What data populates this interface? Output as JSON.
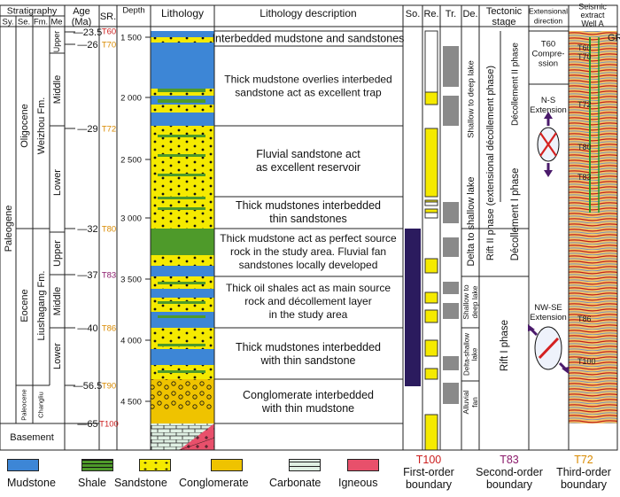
{
  "headers": {
    "stratigraphy": "Stratigraphy",
    "sy": "Sy.",
    "se": "Se.",
    "fm": "Fm.",
    "me": "Me",
    "age": "Age\n(Ma)",
    "sr": "SR.",
    "depth": "Depth",
    "lithology": "Lithology",
    "description": "Lithology description",
    "so": "So.",
    "re": "Re.",
    "tr": "Tr.",
    "de": "De.",
    "tectonic": "Tectonic\nstage",
    "extensional": "Extensional\ndirection",
    "seismic": "Seismic\nextract\nWell A"
  },
  "strat": {
    "system": "Paleogene",
    "basement": "Basement",
    "series": [
      "Oligocene",
      "Eocene",
      "Paleocene"
    ],
    "formations": [
      "Weizhou Fm.",
      "Liushagang Fm.",
      "Changliu"
    ],
    "members": [
      "Upper",
      "Middle",
      "Lower",
      "Upper",
      "Middle",
      "Lower"
    ]
  },
  "ages": [
    "23.5",
    "26",
    "29",
    "32",
    "37",
    "40",
    "56.5",
    "65"
  ],
  "sequence_boundaries": [
    "T60",
    "T70",
    "T72",
    "T80",
    "T83",
    "T86",
    "T90",
    "T100"
  ],
  "depth_ticks": [
    "1 500",
    "2 000",
    "2 500",
    "3 000",
    "3 500",
    "4 000",
    "4 500"
  ],
  "descriptions": [
    "Interbedded mudstone and sandstones",
    "Thick mudstone overlies interbeded\nsandstone act as excellent trap",
    "Fluvial  sandstone act\nas excellent reservoir",
    "Thick mudstones interbedded\nthin sandstones",
    "Thick mudstone act as perfect source\nrock  in the study area. Fluvial fan\nsandstones locally developed",
    "Thick oil shales act as main source\nrock and décollement layer\nin the study area",
    "Thick  mudstones interbedded\nwith thin sandstone",
    "Conglomerate interbedded\nwith thin mudstone"
  ],
  "depositional": [
    "Shallow to deep lake",
    "Delta to shallow lake",
    "Shallow to\ndeep lake",
    "Delta-shallow\nlake",
    "Alluvial\nfan"
  ],
  "tectonic": {
    "rift2": "Rift II phase (extensional décollement phase)",
    "decollement2": "Décollement II phase",
    "decollement1": "Décollement I phase",
    "rift1": "Rift I phase"
  },
  "extension": {
    "compression": "T60\nCompre-\nssion",
    "ns": "N-S\nExtension",
    "nwse": "NW-SE\nExtension"
  },
  "seismic_labels": [
    "GR",
    "T60",
    "T70",
    "T72",
    "T80",
    "T83",
    "T86",
    "T100"
  ],
  "legend": {
    "lithologies": [
      "Mudstone",
      "Shale",
      "Sandstone",
      "Conglomerate",
      "Carbonate",
      "Igneous"
    ],
    "boundaries": [
      {
        "code": "T100",
        "label": "First-order\nboundary",
        "color": "#cc1f1f"
      },
      {
        "code": "T83",
        "label": "Second-order\nboundary",
        "color": "#8b1a6b"
      },
      {
        "code": "T72",
        "label": "Third-order\nboundary",
        "color": "#d98a00"
      }
    ]
  },
  "colors": {
    "mudstone": "#3d86d6",
    "shale": "#4e9a2a",
    "sandstone": "#f5ea00",
    "conglomerate": "#efc300",
    "carbonate": "#dff0e3",
    "igneous": "#e8506b",
    "source": "#2b1b5e",
    "t100": "#cc1f1f",
    "t83": "#8b1a6b",
    "t72": "#d98a00"
  }
}
